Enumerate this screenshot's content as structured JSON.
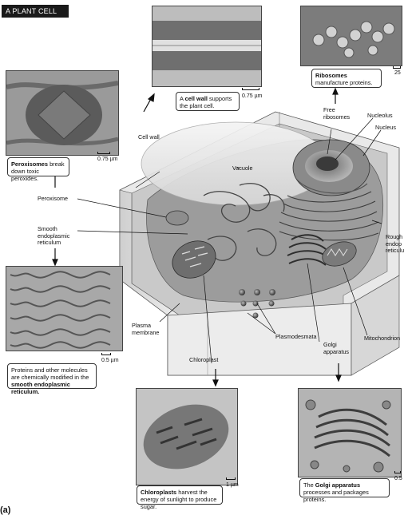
{
  "title": "A PLANT CELL",
  "labels": {
    "cell_wall": "Cell wall",
    "vacuole": "Vacuole",
    "free_ribosomes": "Free\nribosomes",
    "nucleolus": "Nucleolus",
    "nucleus": "Nucleus",
    "peroxisome": "Peroxisome",
    "smooth_er": "Smooth\nendoplasmic\nreticulum",
    "rough_er": "Rough\nendop\nreticulu",
    "plasma_membrane": "Plasma\nmembrane",
    "chloroplast": "Chloroplast",
    "plasmodesmata": "Plasmodesmata",
    "golgi": "Golgi\napparatus",
    "mitochondrion": "Mitochondrion"
  },
  "captions": {
    "peroxisomes": {
      "bold": "Peroxisomes",
      "rest": " break down toxic peroxides."
    },
    "cell_wall": {
      "pre": "A ",
      "bold": "cell wall",
      "rest": " supports the plant cell."
    },
    "ribosomes": {
      "bold": "Ribosomes",
      "rest": " manufacture proteins."
    },
    "smooth_er": {
      "pre": "Proteins and other molecules are chemically modified in the ",
      "bold": "smooth endoplasmic reticulum.",
      "rest": ""
    },
    "chloroplasts": {
      "bold": "Chloroplasts",
      "rest": " harvest the energy of sunlight to produce sugar."
    },
    "golgi": {
      "pre": "The ",
      "bold": "Golgi apparatus",
      "rest": " processes and packages proteins."
    }
  },
  "scales": {
    "peroxisome": "0.75 µm",
    "cell_wall": "0.75 µm",
    "ribosomes": "25",
    "smooth_er": "0.5 µm",
    "chloroplast": "1 µm",
    "golgi": "0.5"
  },
  "figure_tag": "(a)"
}
